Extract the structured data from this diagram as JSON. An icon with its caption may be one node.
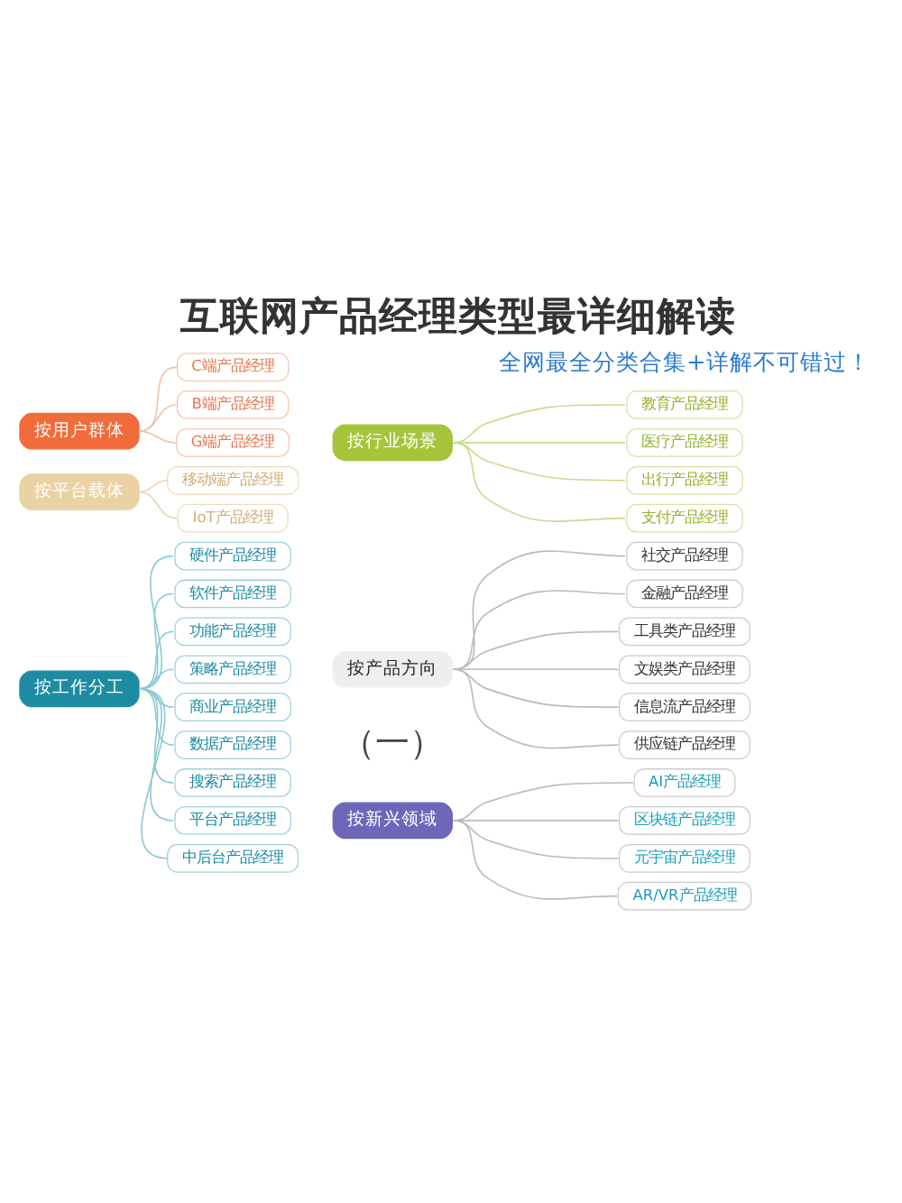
{
  "diagram": {
    "title": "互联网产品经理类型最详细解读",
    "nodes": [
      {
        "text": [
          "按用户群体"
        ]
      },
      {
        "text": [
          "C端产品经理"
        ]
      },
      {
        "text": [
          "B端产品经理"
        ]
      },
      {
        "text": [
          "G端产品经理"
        ]
      },
      {
        "text": [
          "按平台载体"
        ]
      },
      {
        "text": [
          "移动端产品经理"
        ]
      },
      {
        "text": [
          "IoT产品经理"
        ]
      },
      {
        "text": [
          "按工作分工"
        ]
      },
      {
        "text": [
          "硬件产品经理"
        ]
      },
      {
        "text": [
          "软件产品经理"
        ]
      },
      {
        "text": [
          "功能产品经理"
        ]
      },
      {
        "text": [
          "策略产品经理"
        ]
      },
      {
        "text": [
          "商业产品经理"
        ]
      },
      {
        "text": [
          "数据产品经理"
        ]
      },
      {
        "text": [
          "搜索产品经理"
        ]
      },
      {
        "text": [
          "平台产品经理"
        ]
      },
      {
        "text": [
          "中后台产品经理"
        ]
      },
      {
        "text": [
          "按行业场景"
        ]
      },
      {
        "text": [
          "教育产品经理"
        ]
      },
      {
        "text": [
          "医疗产品经理"
        ]
      },
      {
        "text": [
          "出行产品经理"
        ]
      },
      {
        "text": [
          "支付产品经理"
        ]
      },
      {
        "text": [
          "按产品方向"
        ]
      },
      {
        "text": [
          "社交产品经理"
        ]
      },
      {
        "text": [
          "金融产品经理"
        ]
      },
      {
        "text": [
          "工具类产品经理"
        ]
      },
      {
        "text": [
          "文娱类产品经理"
        ]
      },
      {
        "text": [
          "信息流产品经理"
        ]
      },
      {
        "text": [
          "供应链产品经理"
        ]
      },
      {
        "text": [
          "按新兴领域"
        ]
      },
      {
        "text": [
          "AI产品经理"
        ]
      },
      {
        "text": [
          "区块链产品经理"
        ]
      },
      {
        "text": [
          "元宇宙产品经理"
        ]
      },
      {
        "text": [
          "AR/VR产品经理"
        ]
      }
    ],
    "edges": [
      {
        "from": 0,
        "to": 1,
        "arrow": "none",
        "color": "#f2c2ad"
      },
      {
        "from": 0,
        "to": 2,
        "arrow": "none",
        "color": "#f2c2ad"
      },
      {
        "from": 0,
        "to": 3,
        "arrow": "none",
        "color": "#f2c2ad"
      },
      {
        "from": 4,
        "to": 5,
        "arrow": "none",
        "color": "#e8d5b0"
      },
      {
        "from": 4,
        "to": 6,
        "arrow": "none",
        "color": "#e8d5b0"
      },
      {
        "from": 7,
        "to": 8,
        "arrow": "none",
        "color": "#8fc9d4"
      },
      {
        "from": 7,
        "to": 9,
        "arrow": "none",
        "color": "#8fc9d4"
      },
      {
        "from": 7,
        "to": 10,
        "arrow": "none",
        "color": "#8fc9d4"
      },
      {
        "from": 7,
        "to": 11,
        "arrow": "none",
        "color": "#8fc9d4"
      },
      {
        "from": 7,
        "to": 12,
        "arrow": "none",
        "color": "#8fc9d4"
      },
      {
        "from": 7,
        "to": 13,
        "arrow": "none",
        "color": "#8fc9d4"
      },
      {
        "from": 7,
        "to": 14,
        "arrow": "none",
        "color": "#8fc9d4"
      },
      {
        "from": 7,
        "to": 15,
        "arrow": "none",
        "color": "#8fc9d4"
      },
      {
        "from": 7,
        "to": 16,
        "arrow": "none",
        "color": "#8fc9d4"
      },
      {
        "from": 17,
        "to": 18,
        "arrow": "none",
        "color": "#c8dc8a"
      },
      {
        "from": 17,
        "to": 19,
        "arrow": "none",
        "color": "#c8dc8a"
      },
      {
        "from": 17,
        "to": 20,
        "arrow": "none",
        "color": "#c8dc8a"
      },
      {
        "from": 17,
        "to": 21,
        "arrow": "none",
        "color": "#c8dc8a"
      },
      {
        "from": 22,
        "to": 23,
        "arrow": "none"
      },
      {
        "from": 22,
        "to": 24,
        "arrow": "none"
      },
      {
        "from": 22,
        "to": 25,
        "arrow": "none"
      },
      {
        "from": 22,
        "to": 26,
        "arrow": "none"
      },
      {
        "from": 22,
        "to": 27,
        "arrow": "none"
      },
      {
        "from": 22,
        "to": 28,
        "arrow": "none"
      },
      {
        "from": 29,
        "to": 30,
        "arrow": "none"
      },
      {
        "from": 29,
        "to": 31,
        "arrow": "none"
      },
      {
        "from": 29,
        "to": 32,
        "arrow": "none"
      },
      {
        "from": 29,
        "to": 33,
        "arrow": "none"
      }
    ],
    "labels": [
      "全网最全分类合集+详解不可错过！",
      "（一）"
    ]
  }
}
